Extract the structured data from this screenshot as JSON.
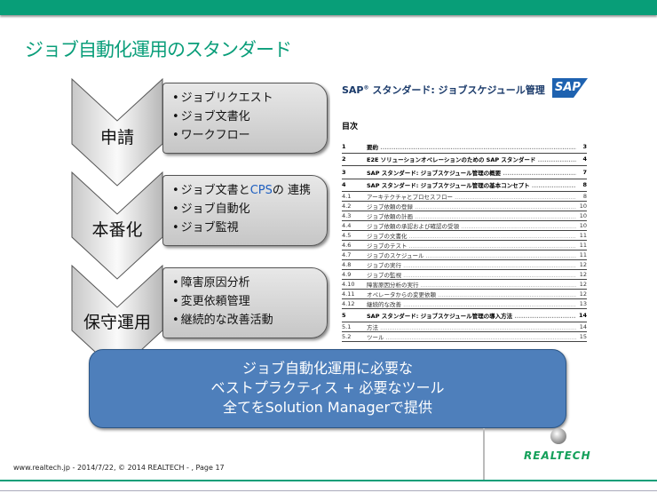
{
  "title": "ジョブ自動化運用のスタンダード",
  "stages": [
    {
      "label": "申請",
      "items": [
        "ジョブリクエスト",
        "ジョブ文書化",
        "ワークフロー"
      ]
    },
    {
      "label": "本番化",
      "items": [
        "ジョブ文書と",
        "CPS",
        "の 連携",
        "ジョブ自動化",
        "ジョブ監視"
      ]
    },
    {
      "label": "保守運用",
      "items": [
        "障害原因分析",
        "変更依頼管理",
        "継続的な改善活動"
      ]
    }
  ],
  "summary": [
    "ジョブ自動化運用に必要な",
    "ベストプラクティス + 必要なツール",
    "全てをSolution Managerで提供"
  ],
  "doc": {
    "title": "SAP",
    "reg": "®",
    "title_rest": " スタンダード: ジョブスケジュール管理",
    "logo": "SAP",
    "toc_heading": "目次",
    "toc": [
      {
        "n": "1",
        "t": "要約",
        "p": "3",
        "major": true
      },
      {
        "n": "2",
        "t": "E2E ソリューションオペレーションのための SAP スタンダード",
        "p": "4",
        "major": true
      },
      {
        "n": "3",
        "t": "SAP スタンダード: ジョブスケジュール管理の概要",
        "p": "7",
        "major": true
      },
      {
        "n": "4",
        "t": "SAP スタンダード: ジョブスケジュール管理の基本コンセプト",
        "p": "8",
        "major": true
      },
      {
        "n": "4.1",
        "t": "アーキテクチャとプロセスフロー",
        "p": "8"
      },
      {
        "n": "4.2",
        "t": "ジョブ依頼の登録",
        "p": "10"
      },
      {
        "n": "4.3",
        "t": "ジョブ依頼の計画",
        "p": "10"
      },
      {
        "n": "4.4",
        "t": "ジョブ依頼の承認および確認の受領",
        "p": "10"
      },
      {
        "n": "4.5",
        "t": "ジョブの文書化",
        "p": "11"
      },
      {
        "n": "4.6",
        "t": "ジョブのテスト",
        "p": "11"
      },
      {
        "n": "4.7",
        "t": "ジョブのスケジュール",
        "p": "11"
      },
      {
        "n": "4.8",
        "t": "ジョブの実行",
        "p": "12"
      },
      {
        "n": "4.9",
        "t": "ジョブの監視",
        "p": "12"
      },
      {
        "n": "4.10",
        "t": "障害原因分析の実行",
        "p": "12"
      },
      {
        "n": "4.11",
        "t": "オペレータからの変更依頼",
        "p": "12"
      },
      {
        "n": "4.12",
        "t": "継続的な改善",
        "p": "13"
      },
      {
        "n": "5",
        "t": "SAP スタンダード: ジョブスケジュール管理の導入方法",
        "p": "14",
        "major": true
      },
      {
        "n": "5.1",
        "t": "方法",
        "p": "14"
      },
      {
        "n": "5.2",
        "t": "ツール",
        "p": "15"
      }
    ]
  },
  "footer": "www.realtech.jp   -   2014/7/22, © 2014  REALTECH - , Page 17",
  "logo_text": "REALTECH",
  "colors": {
    "brand": "#089e78",
    "blue": "#4e7fbb"
  }
}
